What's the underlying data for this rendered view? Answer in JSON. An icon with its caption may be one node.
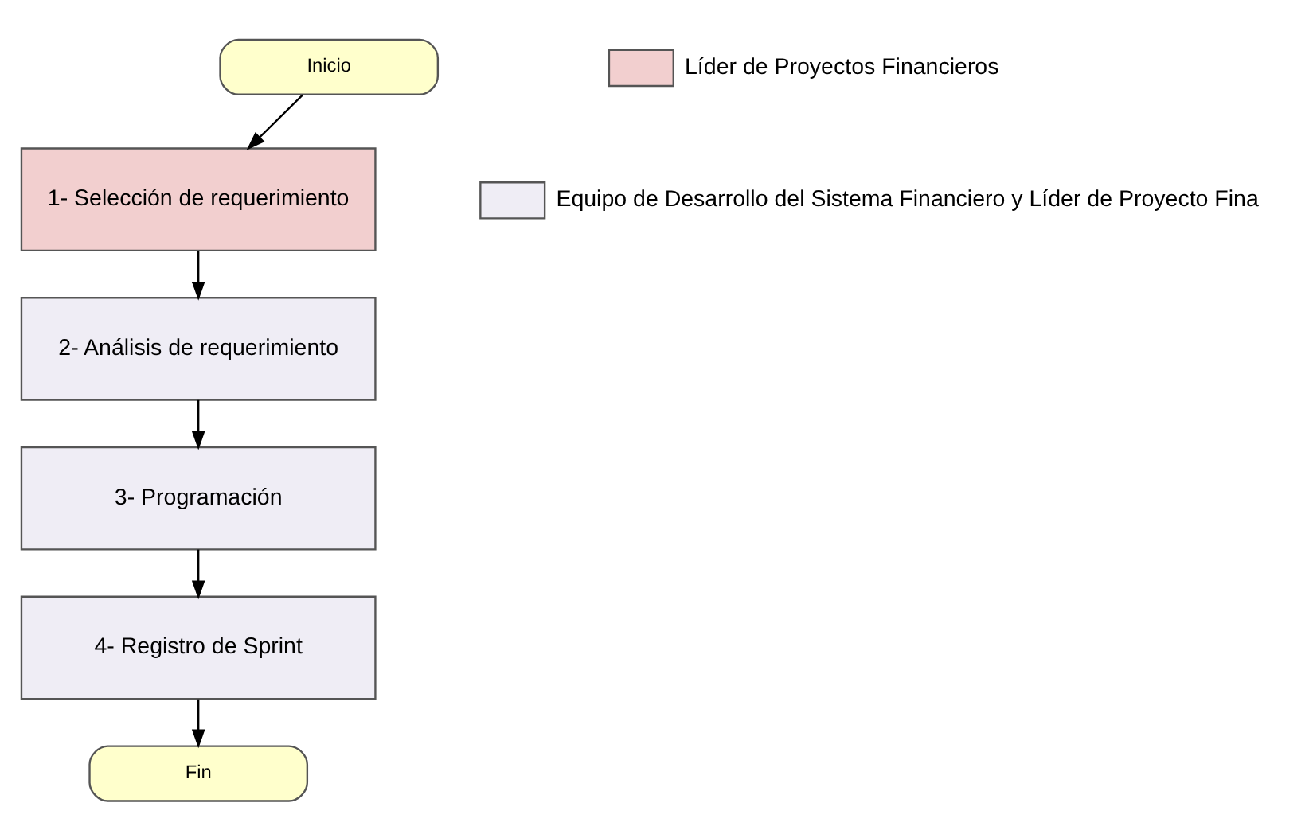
{
  "diagram": {
    "nodes": [
      {
        "text": [
          "Inicio"
        ]
      },
      {
        "text": [
          "1- Selección de requerimiento"
        ]
      },
      {
        "text": [
          "2- Análisis de requerimiento"
        ]
      },
      {
        "text": [
          "3- Programación"
        ]
      },
      {
        "text": [
          "4- Registro de Sprint"
        ]
      },
      {
        "text": [
          "Fin"
        ]
      }
    ],
    "edges": [
      {
        "from": 0,
        "to": 1,
        "arrow": "to"
      },
      {
        "from": 1,
        "to": 2,
        "arrow": "to"
      },
      {
        "from": 2,
        "to": 3,
        "arrow": "to"
      },
      {
        "from": 3,
        "to": 4,
        "arrow": "to"
      },
      {
        "from": 4,
        "to": 5,
        "arrow": "to"
      }
    ],
    "legend": [
      {
        "text": "Líder de Proyectos Financieros",
        "color": "#f2cfcf"
      },
      {
        "text": "Equipo de Desarrollo del Sistema Financiero y Líder de Proyecto Fina",
        "color": "#efedf5"
      }
    ]
  }
}
